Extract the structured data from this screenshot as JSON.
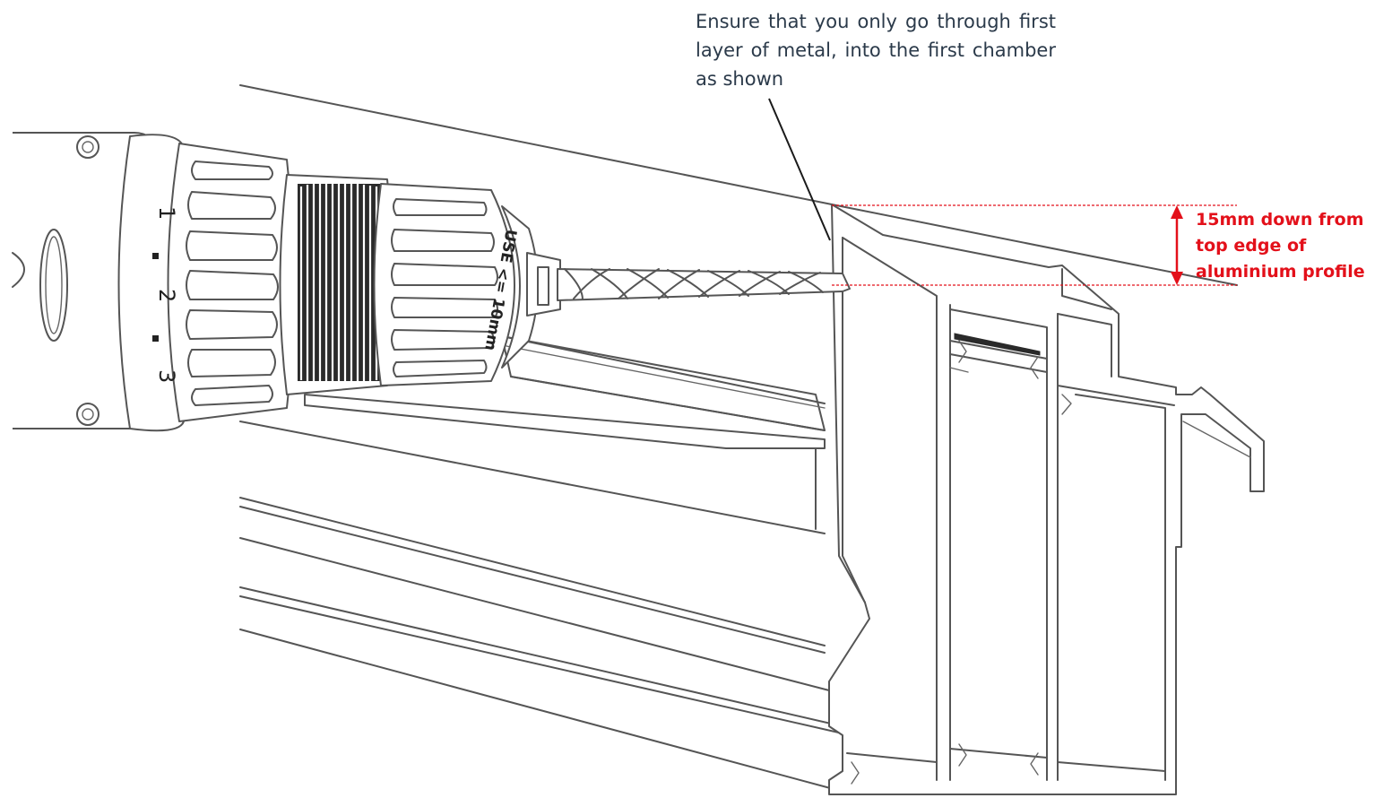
{
  "diagram": {
    "instruction_callout": "Ensure that you only go through first layer of metal, into the first chamber as shown",
    "measurement_label": "15mm down from top edge of aluminium profile",
    "dial_marks": [
      "1",
      "2",
      "3"
    ],
    "chuck_text": "USE <= 10mm",
    "colors": {
      "callout_text": "#2b3a4a",
      "measurement": "#e3101a",
      "line_art": "#555555"
    }
  }
}
